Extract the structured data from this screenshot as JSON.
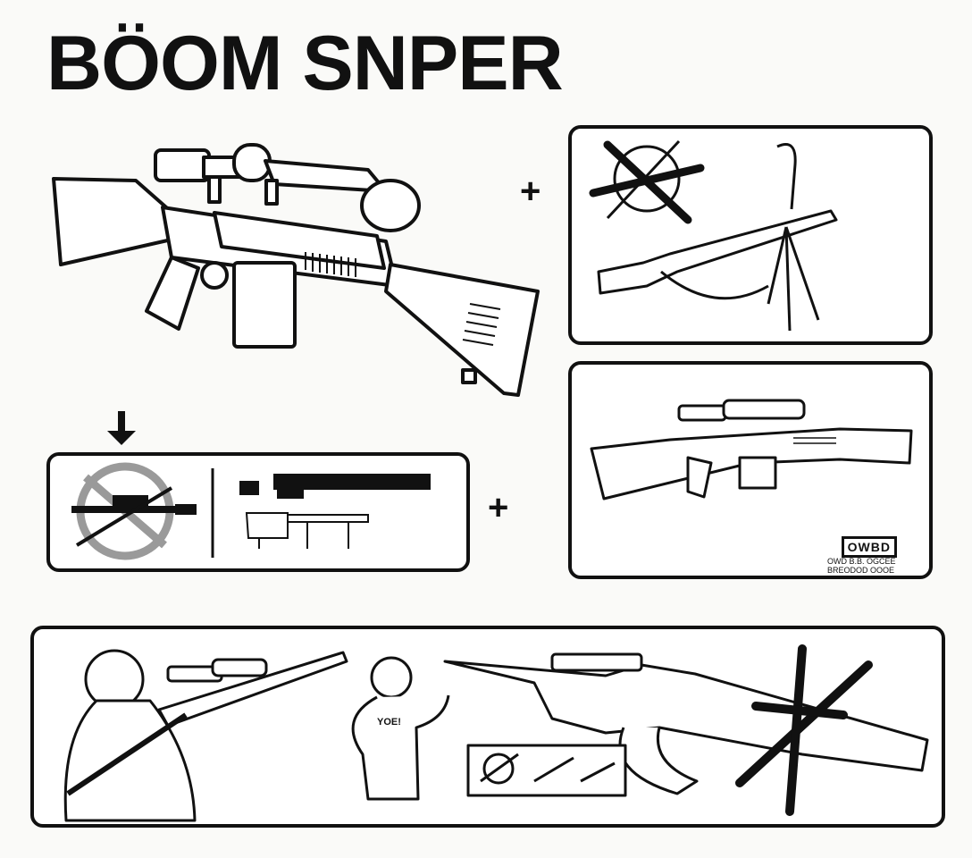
{
  "title": "BÖOM SNPER",
  "separators": {
    "plus": "+"
  },
  "panel_scope_rifle": {
    "brand": "OWBD",
    "brand_fineprint": "OWD B.B. OGCEE BREODOD OOOE"
  },
  "panel_people": {
    "vest_label": "YOE!"
  },
  "colors": {
    "ink": "#111111",
    "paper": "#ffffff",
    "strike_gray": "#9a9a9a"
  },
  "icons": [
    "down-arrow-icon",
    "prohibited-icon",
    "cross-out-icon"
  ]
}
